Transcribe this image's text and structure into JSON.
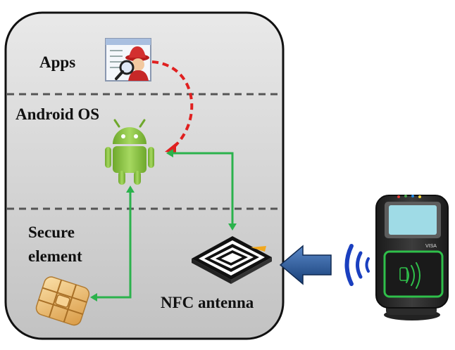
{
  "labels": {
    "apps": "Apps",
    "android_os": "Android OS",
    "secure_element_line1": "Secure",
    "secure_element_line2": "element",
    "nfc_antenna": "NFC antenna",
    "reader_card_brand": "VISA"
  },
  "colors": {
    "phone_outline": "#111111",
    "phone_fill_top": "#e6e6e6",
    "phone_fill_bottom": "#c4c4c4",
    "divider": "#555555",
    "attack_path": "#e02020",
    "data_path": "#2bb24c",
    "android_green": "#8bc53f",
    "transfer_arrow": "#1f4e8c",
    "rf_waves": "#1a3fbf",
    "reader_body": "#2a2a2a",
    "reader_screen": "#9fdbe6",
    "reader_pad": "#2fbf4a",
    "sim_chip": "#f0c27a"
  },
  "icons": {
    "app_icon": "spy-app-icon",
    "android_icon": "android-robot-icon",
    "sim_icon": "sim-chip-icon",
    "antenna_icon": "nfc-antenna-icon",
    "reader_icon": "nfc-reader-icon",
    "waves_icon": "rf-waves-icon",
    "arrow_icon": "transfer-arrow-icon"
  }
}
